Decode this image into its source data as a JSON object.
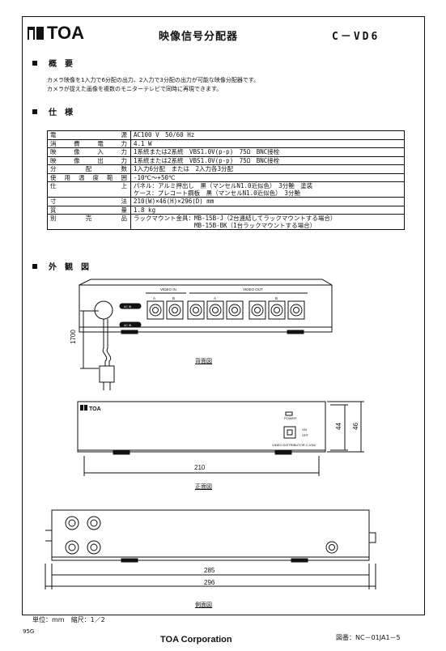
{
  "header": {
    "logo_text": "TOA",
    "title": "映像信号分配器",
    "model": "C－VD6"
  },
  "overview": {
    "heading": "概要",
    "lines": [
      "カメラ映像を1入力で6分配の出力、2入力で3分配の出力が可能な映像分配器です。",
      "カメラが捉えた画像を複数のモニターテレビで同時に再現できます。"
    ]
  },
  "spec": {
    "heading": "仕様",
    "rows": [
      {
        "key": "電源",
        "value": "AC100 V　50/60 Hz"
      },
      {
        "key": "消費電力",
        "value": "4.1 W"
      },
      {
        "key": "映像入力",
        "value": "1系統または2系統　VBS1.0V(p-p)　75Ω　BNC接栓"
      },
      {
        "key": "映像出力",
        "value": "1系統または2系統　VBS1.0V(p-p)　75Ω　BNC接栓"
      },
      {
        "key": "分配数",
        "value": "1入力6分配　または　2入力各3分配"
      },
      {
        "key": "使用温度範囲",
        "value": "-10℃～+50℃"
      },
      {
        "key": "仕上",
        "value": "パネル：アルミ押出し　黒（マンセルN1.0近似色）　3分艶　塗装\nケース：プレコート鋼板　黒（マンセルN1.0近似色）　3分艶"
      },
      {
        "key": "寸法",
        "value": "210(W)×46(H)×296(D) mm"
      },
      {
        "key": "質量",
        "value": "1.8 kg"
      },
      {
        "key": "別売品",
        "value": "ラックマウント金具：MB-15B-J（2台連結してラックマウントする場合）\n　　　　　　　　　　MB-15B-BK（1台ラックマウントする場合）"
      }
    ]
  },
  "drawing": {
    "heading": "外観図",
    "rear": {
      "caption": "背面図",
      "video_in": "VIDEO IN",
      "video_out": "VIDEO OUT",
      "a": "A",
      "b": "B",
      "ac_label": "AC IN",
      "cable_dim": "1700"
    },
    "front": {
      "caption": "正面図",
      "logo": "TOA",
      "power": "POWER",
      "on": "ON",
      "off": "OFF",
      "product": "VIDEO DISTRIBUTOR C-VD6",
      "dim_width": "210",
      "dim_h1": "44",
      "dim_h2": "46"
    },
    "side": {
      "caption": "側面図",
      "dim_285": "285",
      "dim_296": "296"
    }
  },
  "footer": {
    "units": "単位：mm　縮尺：1／2",
    "code": "95G",
    "company": "TOA Corporation",
    "drawing_no": "図番：NC－01JA1－5"
  }
}
